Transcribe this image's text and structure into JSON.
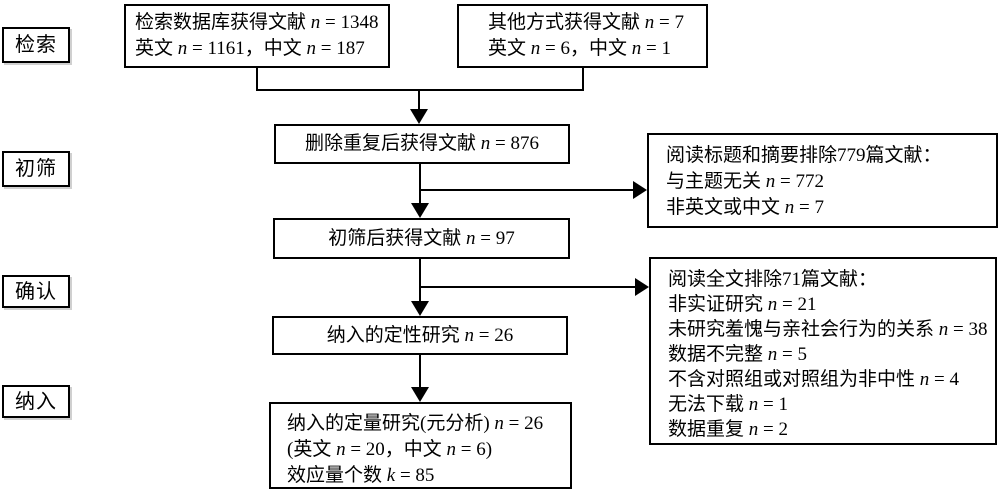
{
  "flowchart": {
    "stages": [
      {
        "id": "search",
        "label": "检索"
      },
      {
        "id": "screen",
        "label": "初筛"
      },
      {
        "id": "confirm",
        "label": "确认"
      },
      {
        "id": "include",
        "label": "纳入"
      }
    ],
    "nodes": {
      "database_search": {
        "lines": [
          "检索数据库获得文献 n = 1348",
          "英文 n = 1161，中文 n = 187"
        ]
      },
      "other_sources": {
        "lines": [
          "其他方式获得文献 n = 7",
          "英文 n = 6，中文 n = 1"
        ]
      },
      "after_dedup": {
        "lines": [
          "删除重复后获得文献 n = 876"
        ]
      },
      "title_abstract_exclusion": {
        "lines": [
          "阅读标题和摘要排除779篇文献：",
          "与主题无关 n = 772",
          "非英文或中文 n = 7"
        ]
      },
      "after_initial_screening": {
        "lines": [
          "初筛后获得文献 n = 97"
        ]
      },
      "fulltext_exclusion": {
        "lines": [
          "阅读全文排除71篇文献：",
          "非实证研究 n = 21",
          "未研究羞愧与亲社会行为的关系 n = 38",
          "数据不完整 n = 5",
          "不含对照组或对照组为非中性 n = 4",
          "无法下载 n = 1",
          "数据重复 n = 2"
        ]
      },
      "qualitative_included": {
        "lines": [
          "纳入的定性研究 n = 26"
        ]
      },
      "quantitative_included": {
        "lines": [
          "纳入的定量研究(元分析) n = 26",
          "(英文 n = 20，中文 n = 6)",
          "效应量个数 k = 85"
        ]
      }
    },
    "colors": {
      "line": "#000000",
      "background": "#ffffff",
      "text": "#000000"
    }
  }
}
